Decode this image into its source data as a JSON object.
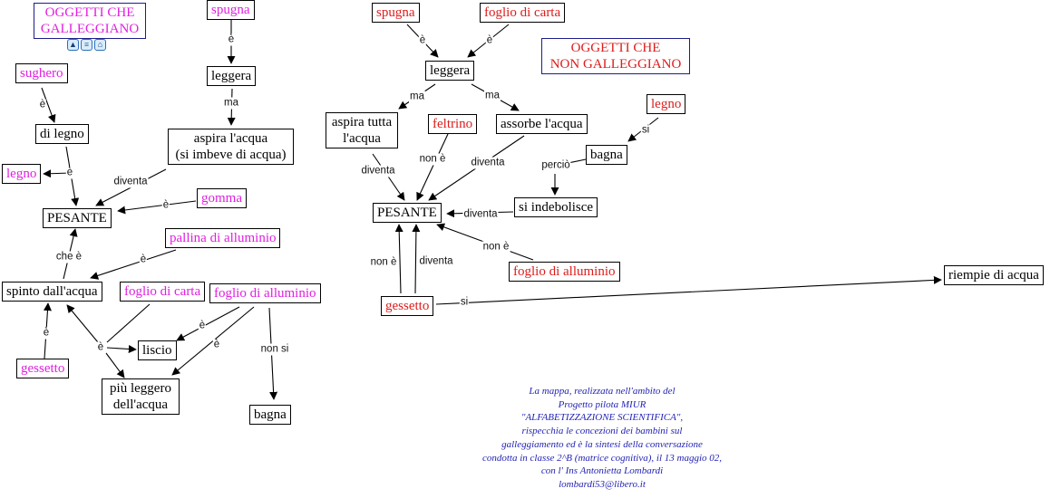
{
  "colors": {
    "floating_text": "#e020e0",
    "sinking_text": "#dd1c1c",
    "title_border": "#1c1c8c",
    "note_text": "#2424b4"
  },
  "left_map": {
    "title": [
      "OGGETTI CHE",
      "GALLEGGIANO"
    ],
    "title_icons": [
      "image-resource-icon",
      "document-resource-icon",
      "concept-map-resource-icon"
    ],
    "nodes": {
      "spugna": "spugna",
      "leggera": "leggera",
      "aspira": [
        "aspira l'acqua",
        "(si imbeve di acqua)"
      ],
      "sughero": "sughero",
      "di_legno": "di legno",
      "legno": "legno",
      "pesante": "PESANTE",
      "gomma": "gomma",
      "pallina": "pallina di alluminio",
      "spinto": "spinto dall'acqua",
      "foglio_carta": "foglio di carta",
      "foglio_alluminio": "foglio di alluminio",
      "liscio": "liscio",
      "gessetto": "gessetto",
      "piu_leggero": [
        "più leggero",
        "dell'acqua"
      ],
      "bagna": "bagna"
    },
    "links": {
      "spugna_leggera": "è",
      "leggera_aspira": "ma",
      "sughero_dilegno": "è",
      "dilegno": "è",
      "aspira_pesante": "diventa",
      "gomma_pesante": "è",
      "spinto_pesante": "che è",
      "pallina_spinto": "è",
      "gessetto_spinto": "è",
      "carta": "è",
      "alluminio_liscio": "è",
      "alluminio_piu": "è",
      "alluminio_bagna": "non si"
    }
  },
  "right_map": {
    "title": [
      "OGGETTI CHE",
      "NON GALLEGGIANO"
    ],
    "nodes": {
      "spugna": "spugna",
      "foglio_carta": "foglio di carta",
      "leggera": "leggera",
      "aspira_tutta": [
        "aspira tutta",
        "l'acqua"
      ],
      "feltrino": "feltrino",
      "assorbe": "assorbe l'acqua",
      "legno": "legno",
      "bagna": "bagna",
      "si_indebolisce": "si indebolisce",
      "pesante": "PESANTE",
      "foglio_alluminio": "foglio di alluminio",
      "gessetto": "gessetto",
      "riempie": "riempie di acqua"
    },
    "links": {
      "spugna_leggera": "è",
      "carta_leggera": "è",
      "leggera_aspira": "ma",
      "leggera_assorbe": "ma",
      "aspira_pesante": "diventa",
      "feltrino_pesante": "non è",
      "assorbe_pesante": "diventa",
      "legno_bagna": "si",
      "bagna_indebolisce": "perciò",
      "indebolisce_pesante": "diventa",
      "alluminio_pesante": "non è",
      "gessetto_nonè": "non è",
      "gessetto_diventa": "diventa",
      "gessetto_riempie": "si"
    }
  },
  "note": [
    "La mappa, realizzata nell'ambito del",
    "Progetto pilota MIUR",
    "\"ALFABETIZZAZIONE SCIENTIFICA\",",
    "rispecchia le concezioni dei bambini sul",
    "galleggiamento ed è la sintesi della conversazione",
    "condotta in classe 2^B (matrice cognitiva), il 13 maggio 02,",
    "con l' Ins Antonietta Lombardi",
    "lombardi53@libero.it"
  ]
}
